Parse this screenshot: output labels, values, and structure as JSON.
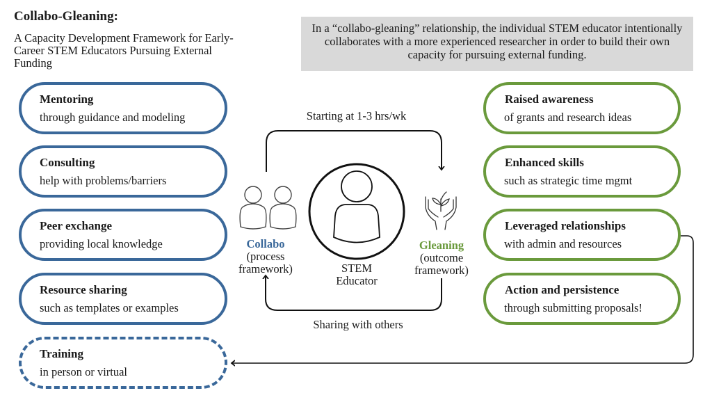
{
  "header": {
    "title": "Collabo-Gleaning:",
    "subtitle": "A Capacity Development Framework for Early-Career STEM Educators Pursuing External Funding"
  },
  "definition": "In a “collabo-gleaning” relationship, the individual STEM educator intentionally collaborates with a more experienced researcher in order to build their own capacity for pursuing external funding.",
  "process_items": [
    {
      "title": "Mentoring",
      "desc": "through guidance and modeling",
      "style": "solid"
    },
    {
      "title": "Consulting",
      "desc": "help with problems/barriers",
      "style": "solid"
    },
    {
      "title": "Peer exchange",
      "desc": "providing local knowledge",
      "style": "solid"
    },
    {
      "title": "Resource sharing",
      "desc": "such as templates or examples",
      "style": "solid"
    },
    {
      "title": "Training",
      "desc": "in person or virtual",
      "style": "dashed"
    }
  ],
  "outcome_items": [
    {
      "title": "Raised awareness",
      "desc": "of grants and research ideas"
    },
    {
      "title": "Enhanced skills",
      "desc": "such as strategic time mgmt"
    },
    {
      "title": "Leveraged relationships",
      "desc": "with admin and resources"
    },
    {
      "title": "Action and persistence",
      "desc": "through submitting proposals!"
    }
  ],
  "center": {
    "top_arrow_label": "Starting at 1-3 hrs/wk",
    "bottom_arrow_label": "Sharing with others",
    "collabo_label": "Collabo",
    "collabo_sub_1": "(process",
    "collabo_sub_2": "framework)",
    "educator_label_1": "STEM",
    "educator_label_2": "Educator",
    "gleaning_label": "Gleaning",
    "gleaning_sub_1": "(outcome",
    "gleaning_sub_2": "framework)"
  },
  "colors": {
    "process_blue": "#3a689a",
    "outcome_green": "#6a9a3c",
    "definition_bg": "#d9d9d9"
  }
}
